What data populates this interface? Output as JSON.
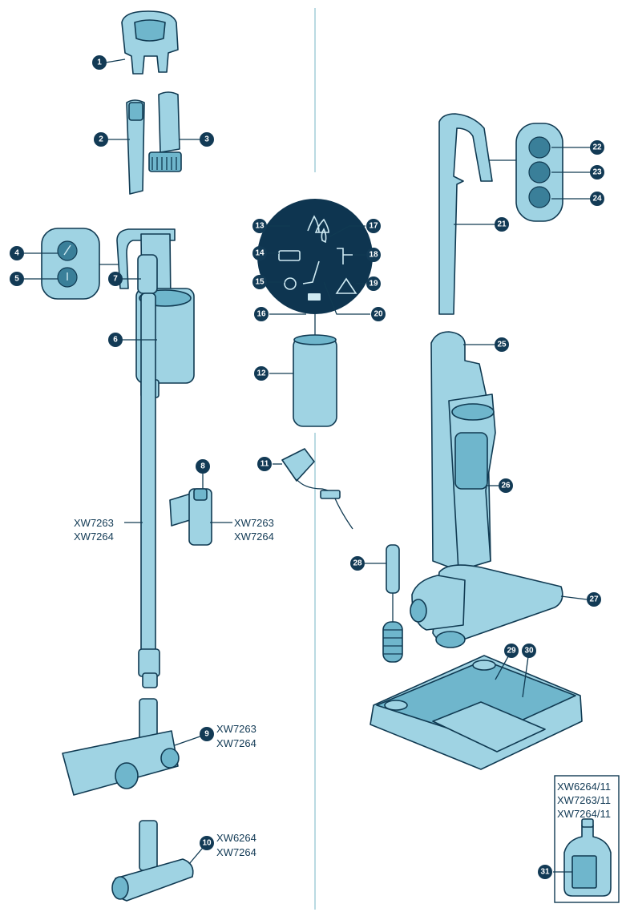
{
  "callouts": {
    "c1": "1",
    "c2": "2",
    "c3": "3",
    "c4": "4",
    "c5": "5",
    "c6": "6",
    "c7": "7",
    "c8": "8",
    "c9": "9",
    "c10": "10",
    "c11": "11",
    "c12": "12",
    "c13": "13",
    "c14": "14",
    "c15": "15",
    "c16": "16",
    "c17": "17",
    "c18": "18",
    "c19": "19",
    "c20": "20",
    "c21": "21",
    "c22": "22",
    "c23": "23",
    "c24": "24",
    "c25": "25",
    "c26": "26",
    "c27": "27",
    "c28": "28",
    "c29": "29",
    "c30": "30",
    "c31": "31"
  },
  "models": {
    "tube_left_1": "XW7263",
    "tube_left_2": "XW7264",
    "adapter_1": "XW7263",
    "adapter_2": "XW7264",
    "nozzle_1": "XW7263",
    "nozzle_2": "XW7264",
    "mini_1": "XW6264",
    "mini_2": "XW7264",
    "bottle_1": "XW6264/11",
    "bottle_2": "XW7263/11",
    "bottle_3": "XW7264/11"
  }
}
